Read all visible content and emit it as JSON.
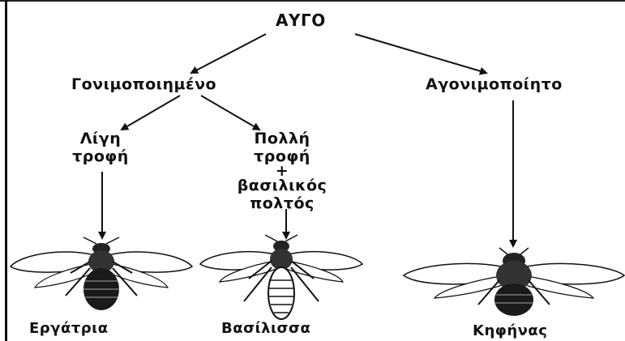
{
  "diagram": {
    "root": "ΑΥΓΟ",
    "fertilized": "Γονιμοποιημένο",
    "unfertilized": "Αγονιμοποίητο",
    "little_food": [
      "Λίγη",
      "τροφή"
    ],
    "much_food": [
      "Πολλή",
      "τροφή",
      "+",
      "βασιλικός",
      "πολτός"
    ],
    "outcomes": {
      "worker": "Εργάτρια",
      "queen": "Βασίλισσα",
      "drone": "Κηφήνας"
    }
  },
  "icons": [
    "worker-bee-icon",
    "queen-bee-icon",
    "drone-bee-icon"
  ]
}
